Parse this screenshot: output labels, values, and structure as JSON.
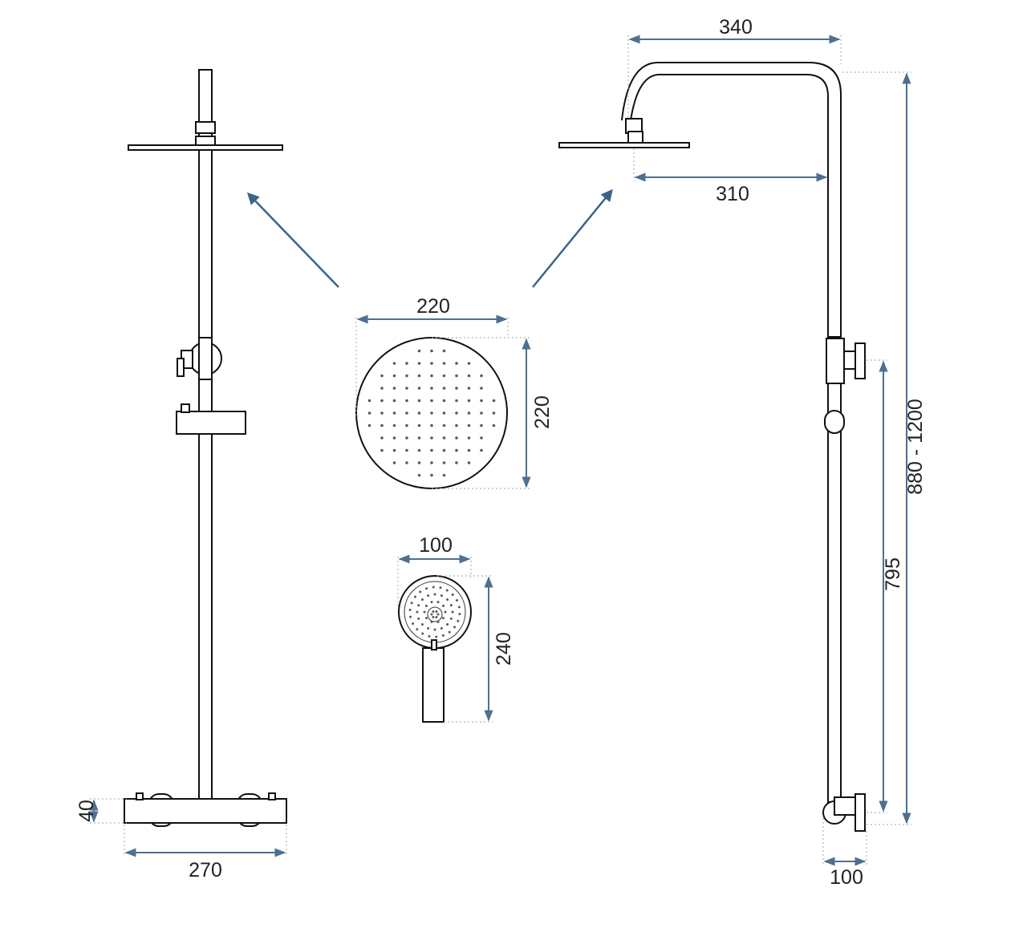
{
  "dimensions": {
    "top_arm_length": "340",
    "arm_reach": "310",
    "overall_height": "880 - 1200",
    "rail_height": "795",
    "wall_offset": "100",
    "mixer_width": "270",
    "mixer_height": "40",
    "head_width": "220",
    "head_height": "220",
    "hand_width": "100",
    "hand_height": "240"
  },
  "colors": {
    "dimension_line": "#4f6f8f",
    "pointer_arrow": "#3b6388",
    "outline": "#111111"
  },
  "icons": [
    "overhead-shower-head-icon",
    "hand-shower-icon",
    "thermostatic-mixer-icon"
  ]
}
